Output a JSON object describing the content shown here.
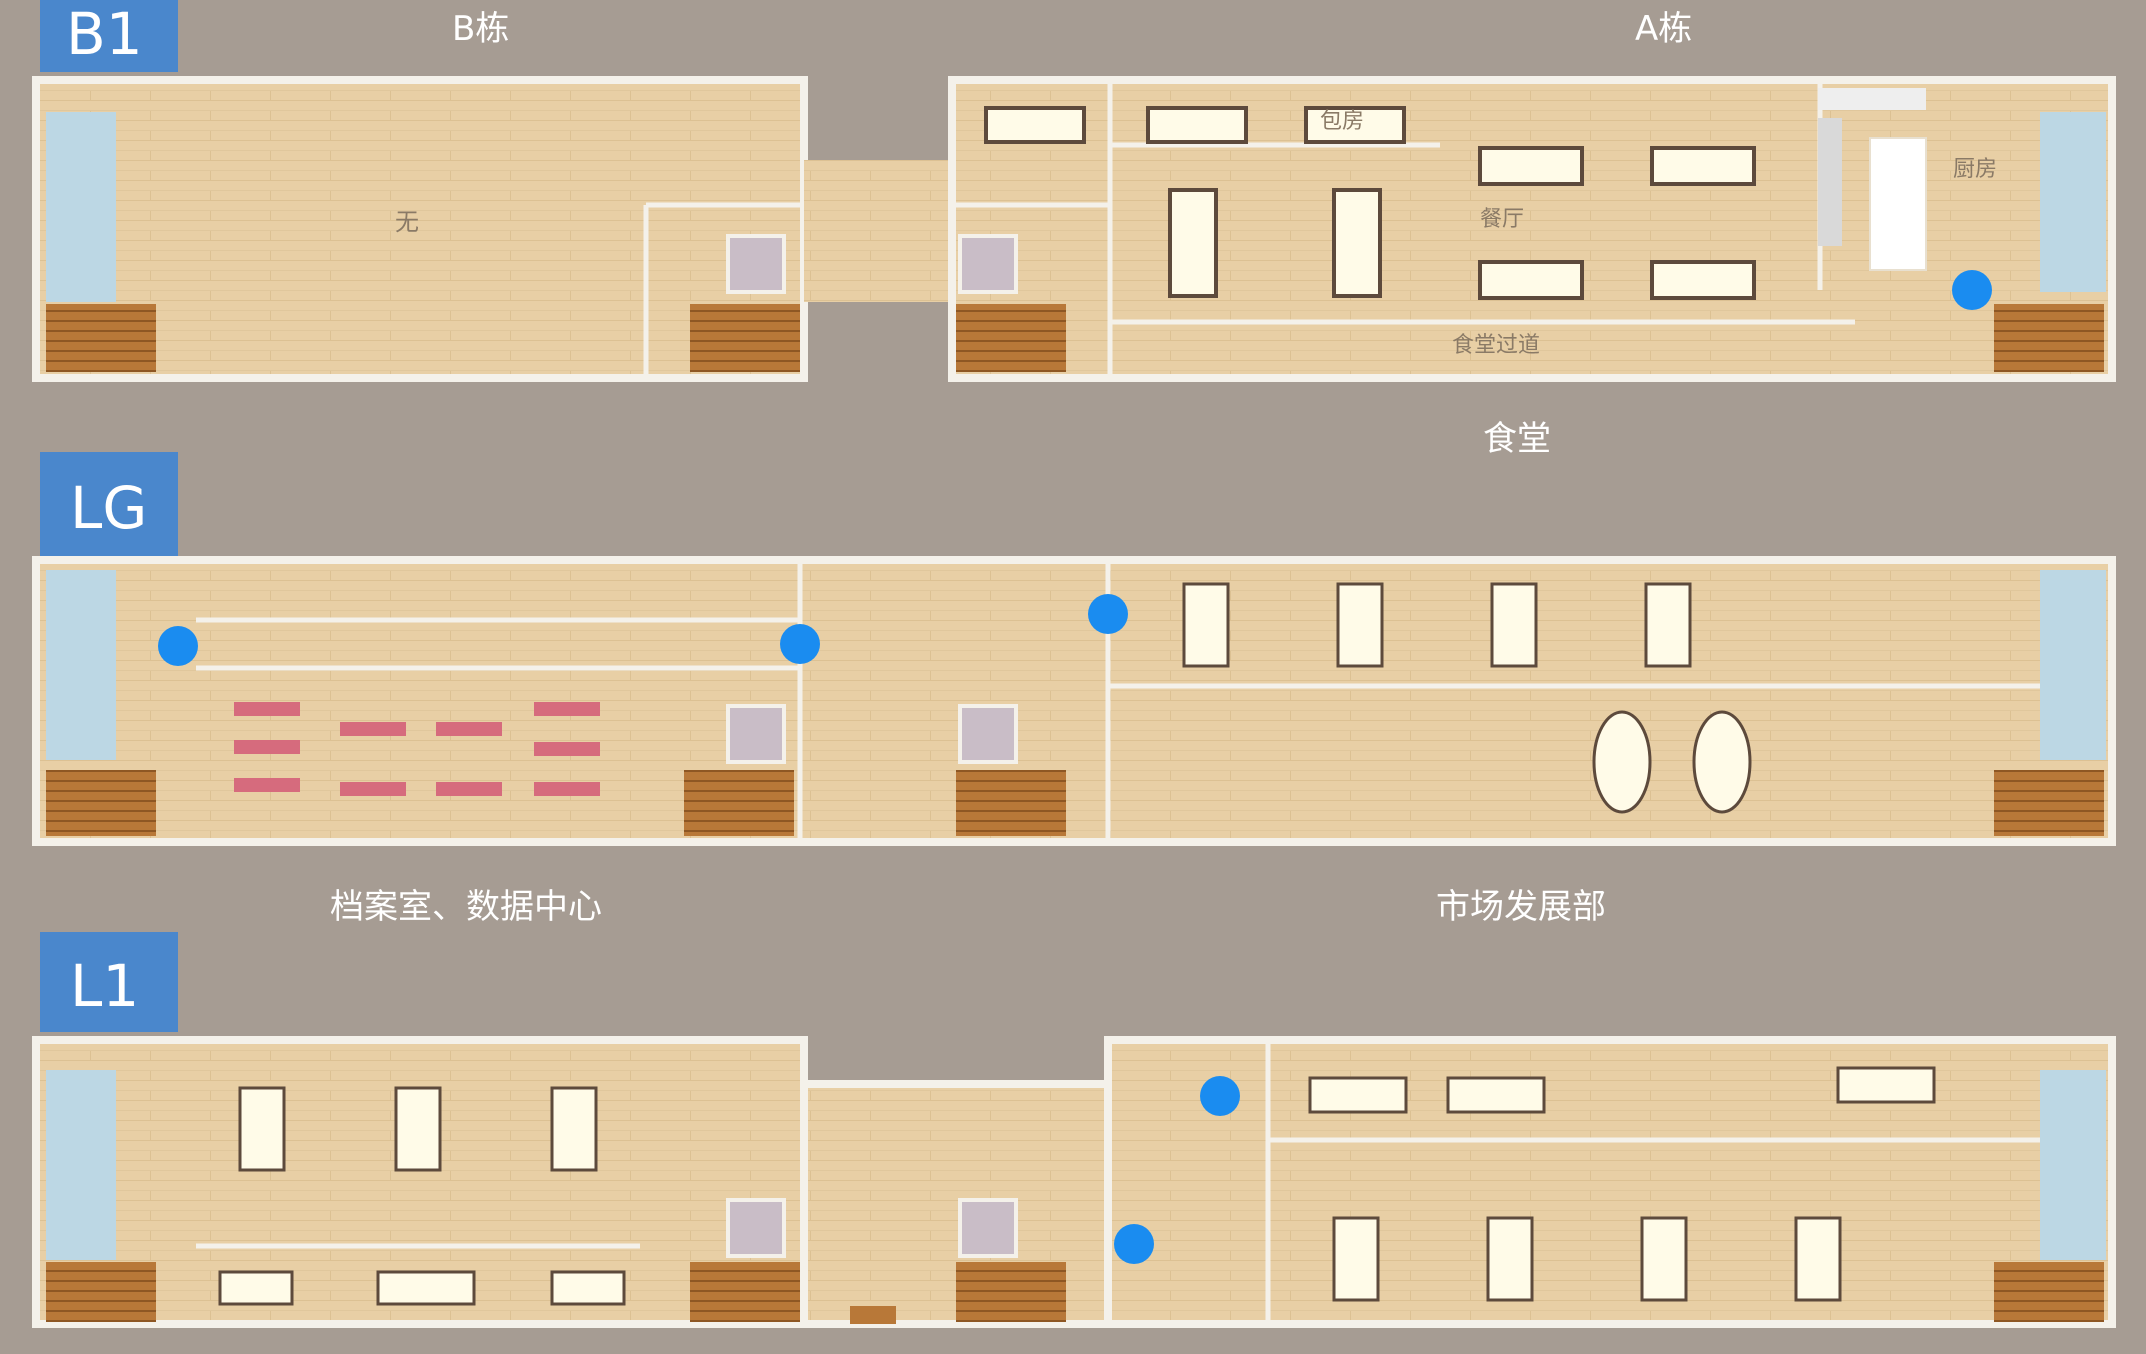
{
  "floors": [
    {
      "id": "B1",
      "tag": "B1",
      "buildings": {
        "b": "B栋",
        "a": "A栋"
      },
      "rooms": {
        "empty": "无",
        "private_room": "包房",
        "dining_hall": "餐厅",
        "kitchen": "厨房",
        "corridor": "食堂过道"
      },
      "caption_right": "食堂"
    },
    {
      "id": "LG",
      "tag": "LG",
      "caption_left": "档案室、数据中心",
      "caption_right": "市场发展部"
    },
    {
      "id": "L1",
      "tag": "L1"
    }
  ],
  "colors": {
    "background": "#a69c93",
    "floor": "#e8cfa5",
    "wall": "#f4f1ea",
    "tag_bg": "#4a87cc",
    "marker": "#1a8cf0",
    "stairs": "#b87838",
    "restroom": "#bcd7e4",
    "door": "#c65e2a"
  },
  "markers": [
    {
      "floor": "B1",
      "count": 1
    },
    {
      "floor": "LG",
      "count": 3
    },
    {
      "floor": "L1",
      "count": 2
    }
  ]
}
